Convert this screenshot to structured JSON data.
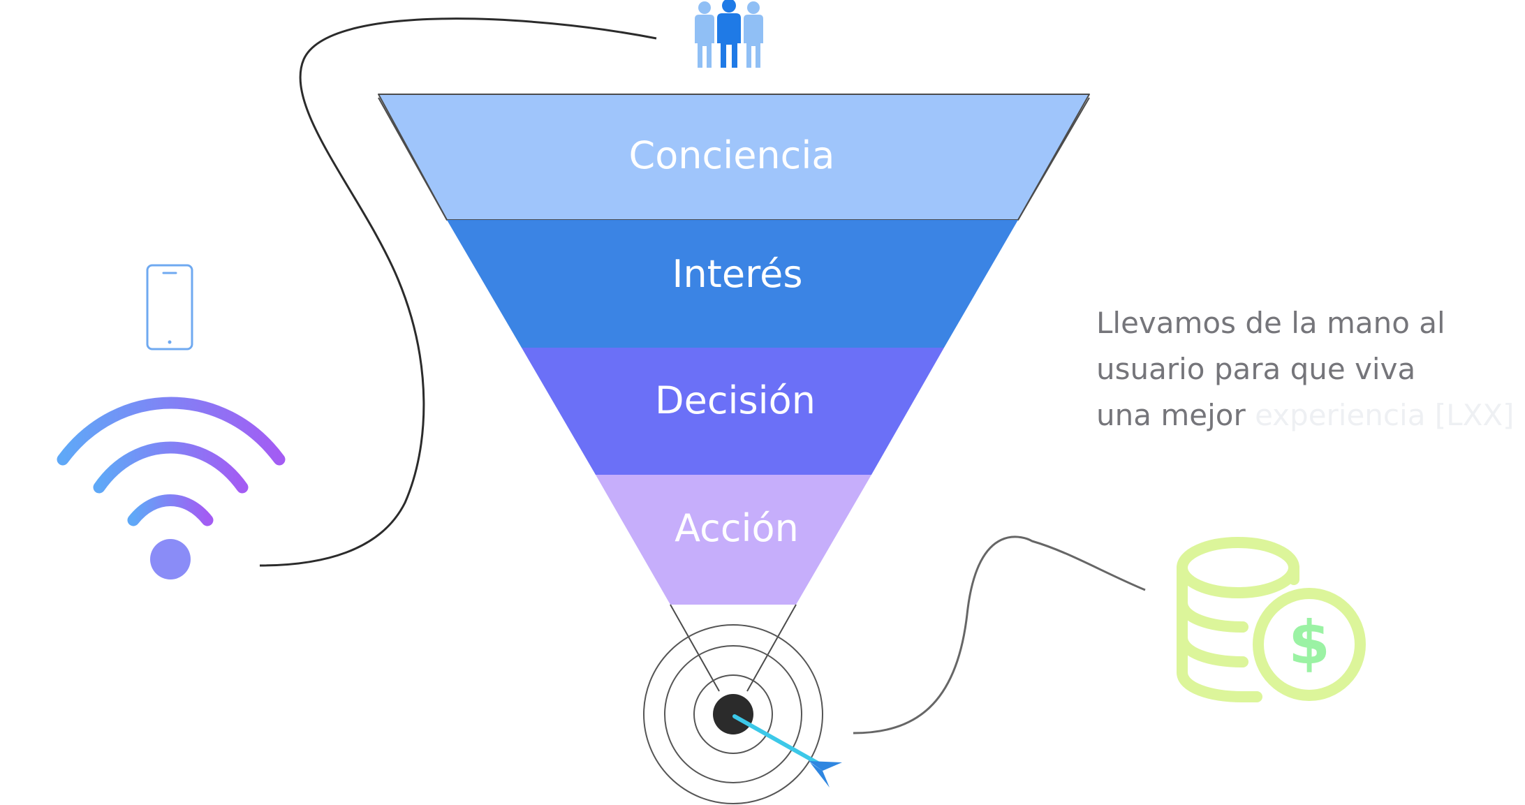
{
  "funnel": {
    "stages": [
      {
        "label": "Conciencia",
        "color": "#9fc5fb"
      },
      {
        "label": "Interés",
        "color": "#3b84e4"
      },
      {
        "label": "Decisión",
        "color": "#6b70f7"
      },
      {
        "label": "Acción",
        "color": "#c6aefb"
      }
    ],
    "outline_color": "#4b4b4b"
  },
  "tagline": {
    "line1": "Llevamos de la mano al",
    "line2": "usuario para que viva",
    "line3": "una mejor",
    "line3_faded": "experiencia [LXX]"
  },
  "icons": {
    "people": "people-group-icon",
    "phone": "smartphone-icon",
    "wifi": "wifi-icon",
    "target": "target-icon",
    "arrow": "arrow-icon",
    "coins": "coins-dollar-icon"
  },
  "colors": {
    "people_light": "#90bff5",
    "people_dark": "#1f7ae6",
    "phone": "#6fa9f0",
    "wifi_start": "#5fa8f7",
    "wifi_end": "#a35cf3",
    "wifi_dot": "#8a8cf7",
    "coins": "#dcf59a",
    "dollar": "#9bf2a4",
    "arrow_shaft": "#3cc8e8",
    "arrow_head": "#2f86e0",
    "target_center": "#2b2b2b",
    "connector": "#2b2b2b",
    "text": "#75757a"
  }
}
